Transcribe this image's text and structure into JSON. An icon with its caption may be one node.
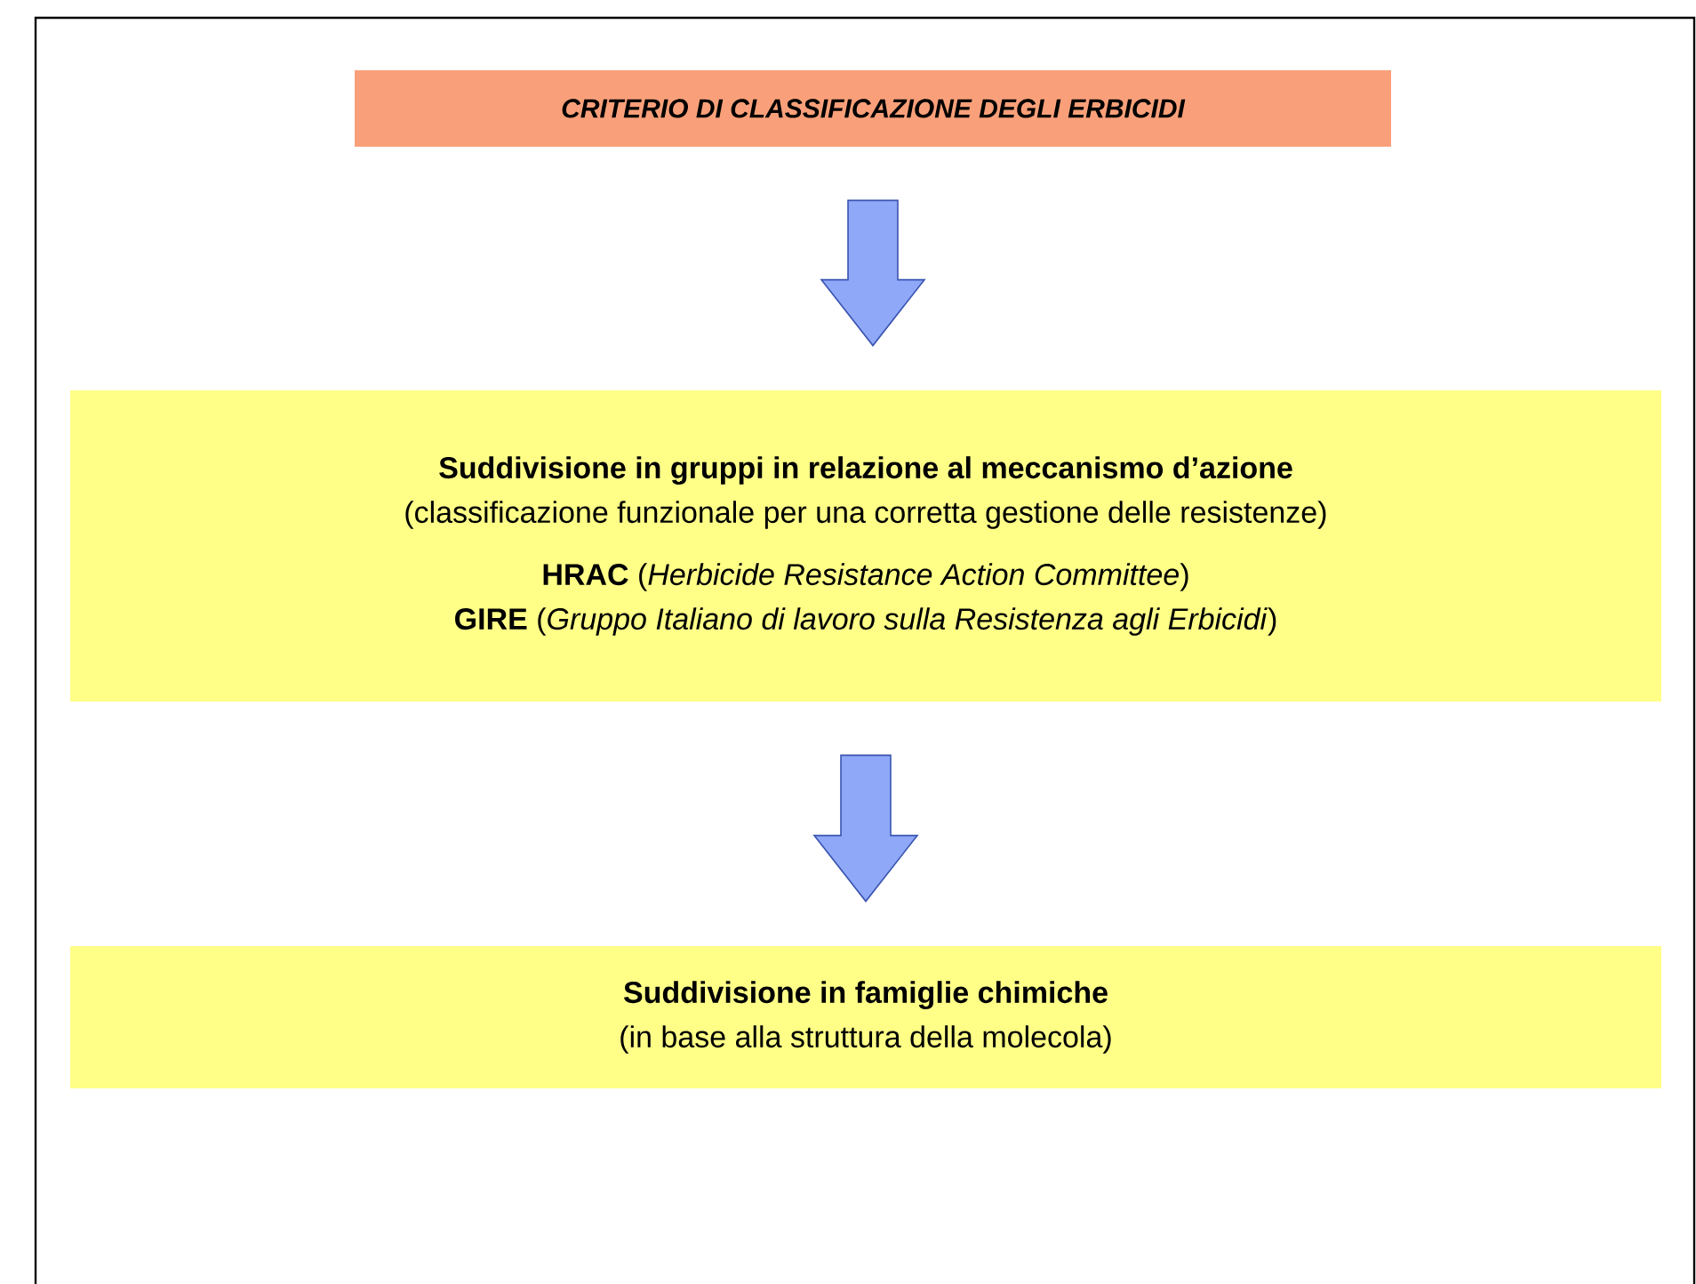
{
  "diagram": {
    "nodes": [
      {
        "text": [
          "CRITERIO DI CLASSIFICAZIONE DEGLI ERBICIDI"
        ]
      },
      {
        "text": [
          "Suddivisione in gruppi in relazione al meccanismo d’azione",
          "(classificazione funzionale per una corretta gestione delle resistenze)",
          "**HRAC** (*Herbicide Resistance Action Committee*)",
          "**GIRE** (*Gruppo Italiano di lavoro sulla Resistenza agli Erbicidi*)"
        ]
      },
      {
        "text": [
          "Suddivisione in famiglie chimiche",
          "(in base alla struttura della molecola)"
        ]
      }
    ],
    "edges": [
      {
        "from": 0,
        "to": 1,
        "arrow": "to"
      },
      {
        "from": 1,
        "to": 2,
        "arrow": "to"
      }
    ]
  }
}
